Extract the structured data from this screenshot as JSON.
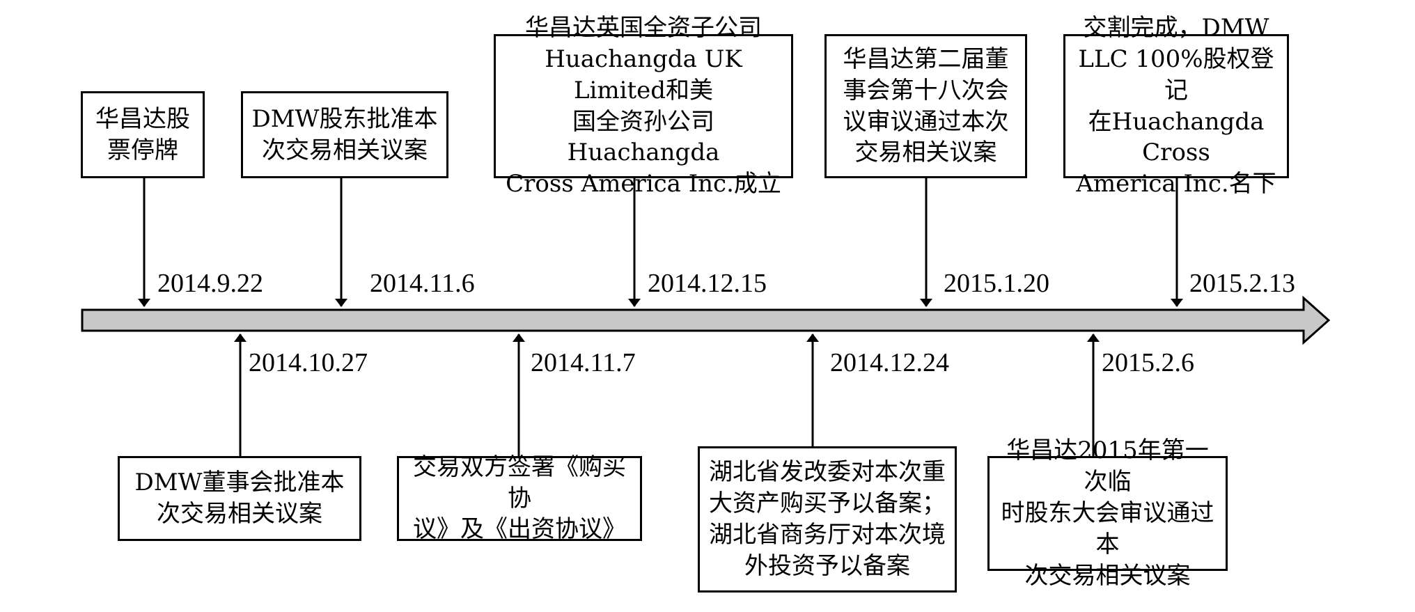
{
  "timeline": {
    "top_events": [
      {
        "date": "2014.9.22",
        "text": "华昌达股\n票停牌"
      },
      {
        "date": "2014.11.6",
        "text": "DMW股东批准本\n次交易相关议案"
      },
      {
        "date": "2014.12.15",
        "text": "华昌达英国全资子公司\nHuachangda UK Limited和美\n国全资孙公司Huachangda\nCross America Inc.成立"
      },
      {
        "date": "2015.1.20",
        "text": "华昌达第二届董\n事会第十八次会\n议审议通过本次\n交易相关议案"
      },
      {
        "date": "2015.2.13",
        "text": "交割完成，DMW\nLLC 100%股权登记\n在Huachangda Cross\nAmerica Inc.名下"
      }
    ],
    "bottom_events": [
      {
        "date": "2014.10.27",
        "text": "DMW董事会批准本\n次交易相关议案"
      },
      {
        "date": "2014.11.7",
        "text": "交易双方签署《购买协\n议》及《出资协议》"
      },
      {
        "date": "2014.12.24",
        "text": "湖北省发改委对本次重\n大资产购买予以备案；\n湖北省商务厅对本次境\n外投资予以备案"
      },
      {
        "date": "2015.2.6",
        "text": "华昌达2015年第一次临\n时股东大会审议通过本\n次交易相关议案"
      }
    ],
    "colors": {
      "axis_fill": "#c8c8c8",
      "stroke": "#000000"
    }
  }
}
